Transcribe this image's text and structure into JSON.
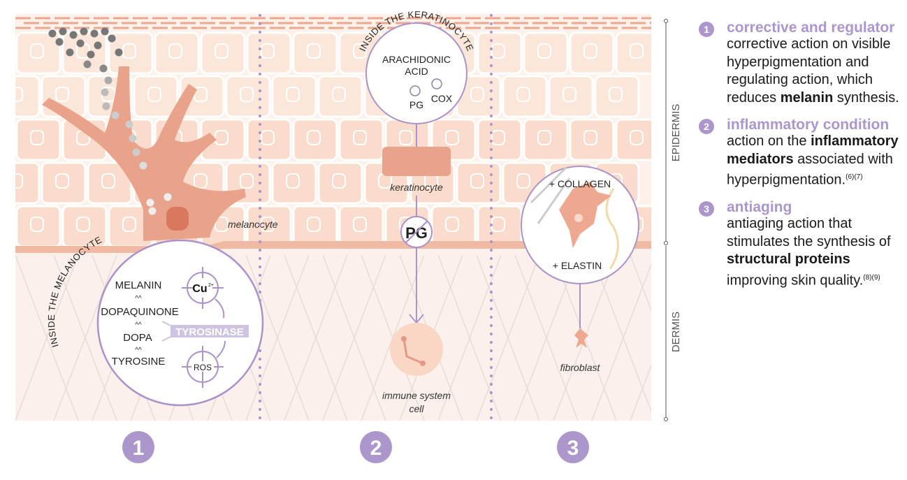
{
  "diagram": {
    "keratinocyte_circle_title": "INSIDE THE KERATINOCYTE",
    "melanocyte_circle_title": "INSIDE THE MELANOCYTE",
    "arachidonic_1": "ARACHIDONIC",
    "arachidonic_2": "ACID",
    "pg": "PG",
    "cox": "COX",
    "keratinocyte": "keratinocyte",
    "pg_blocked": "PG",
    "immune_1": "immune system",
    "immune_2": "cell",
    "melanocyte": "melanocyte",
    "melanin": "MELANIN",
    "dopaquinone": "DOPAQUINONE",
    "dopa": "DOPA",
    "tyrosine": "TYROSINE",
    "tyrosinase": "TYROSINASE",
    "cu": "Cu",
    "cu_charge": "2+",
    "ros": "ROS",
    "collagen": "+ COLLAGEN",
    "elastin": "+ ELASTIN",
    "fibroblast": "fibroblast",
    "epidermis": "EPIDERMIS",
    "dermis": "DERMIS",
    "steps": [
      "1",
      "2",
      "3"
    ]
  },
  "legend": [
    {
      "num": "1",
      "title": "corrective and regulator",
      "text_a": "corrective action on visible hyperpigmentation and regulating action, which reduces ",
      "bold_a": "melanin",
      "text_b": " synthesis.",
      "bold_b": "",
      "text_c": "",
      "ref": ""
    },
    {
      "num": "2",
      "title": "inflammatory condition",
      "text_a": "action on the ",
      "bold_a": "inflammatory mediators",
      "text_b": " associated with hyperpigmentation.",
      "bold_b": "",
      "text_c": "",
      "ref": "(6)(7)"
    },
    {
      "num": "3",
      "title": "antiaging",
      "text_a": "antiaging action that stimulates the synthesis of ",
      "bold_a": "structural proteins",
      "text_b": " improving skin quality.",
      "bold_b": "",
      "text_c": "",
      "ref": "(8)(9)"
    }
  ],
  "colors": {
    "purple": "#ab97cb",
    "skin": "#fbe4d5",
    "melanocyte": "#e9a38b",
    "dermis": "#fbeee8"
  }
}
